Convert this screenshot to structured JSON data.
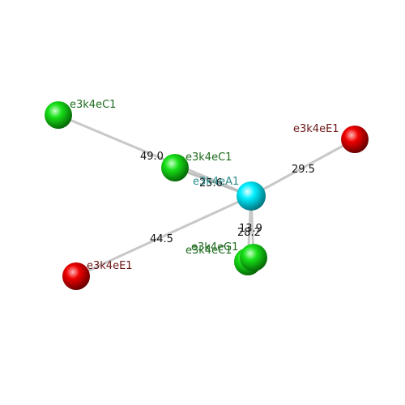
{
  "colors": {
    "central_atom": "#00e5ee",
    "green_atom": "#11dd11",
    "red_atom": "#ee0000",
    "green_label": "#1e6b1e",
    "red_label": "#6b1616",
    "central_label": "#2a8a8a",
    "bond": "#c8c8c8"
  },
  "atoms": {
    "center": {
      "label": "e3k4eA1",
      "kind": "central"
    },
    "c_upper_left": {
      "label": "e3k4eC1",
      "kind": "green"
    },
    "c_middle": {
      "label": "e3k4eC1",
      "kind": "green"
    },
    "c_lower_back": {
      "label": "e3k4eC1",
      "kind": "green"
    },
    "g_lower_front": {
      "label": "e3k4eG1",
      "kind": "green"
    },
    "e_right": {
      "label": "e3k4eE1",
      "kind": "red"
    },
    "e_left": {
      "label": "e3k4eE1",
      "kind": "red"
    }
  },
  "distances": {
    "center_to_c_upper_left": "49.0",
    "center_to_c_middle": "25.6",
    "center_to_e_right": "29.5",
    "center_to_e_left": "44.5",
    "center_to_g_lower_front": "13.9",
    "center_to_c_lower_back": "28.2"
  }
}
